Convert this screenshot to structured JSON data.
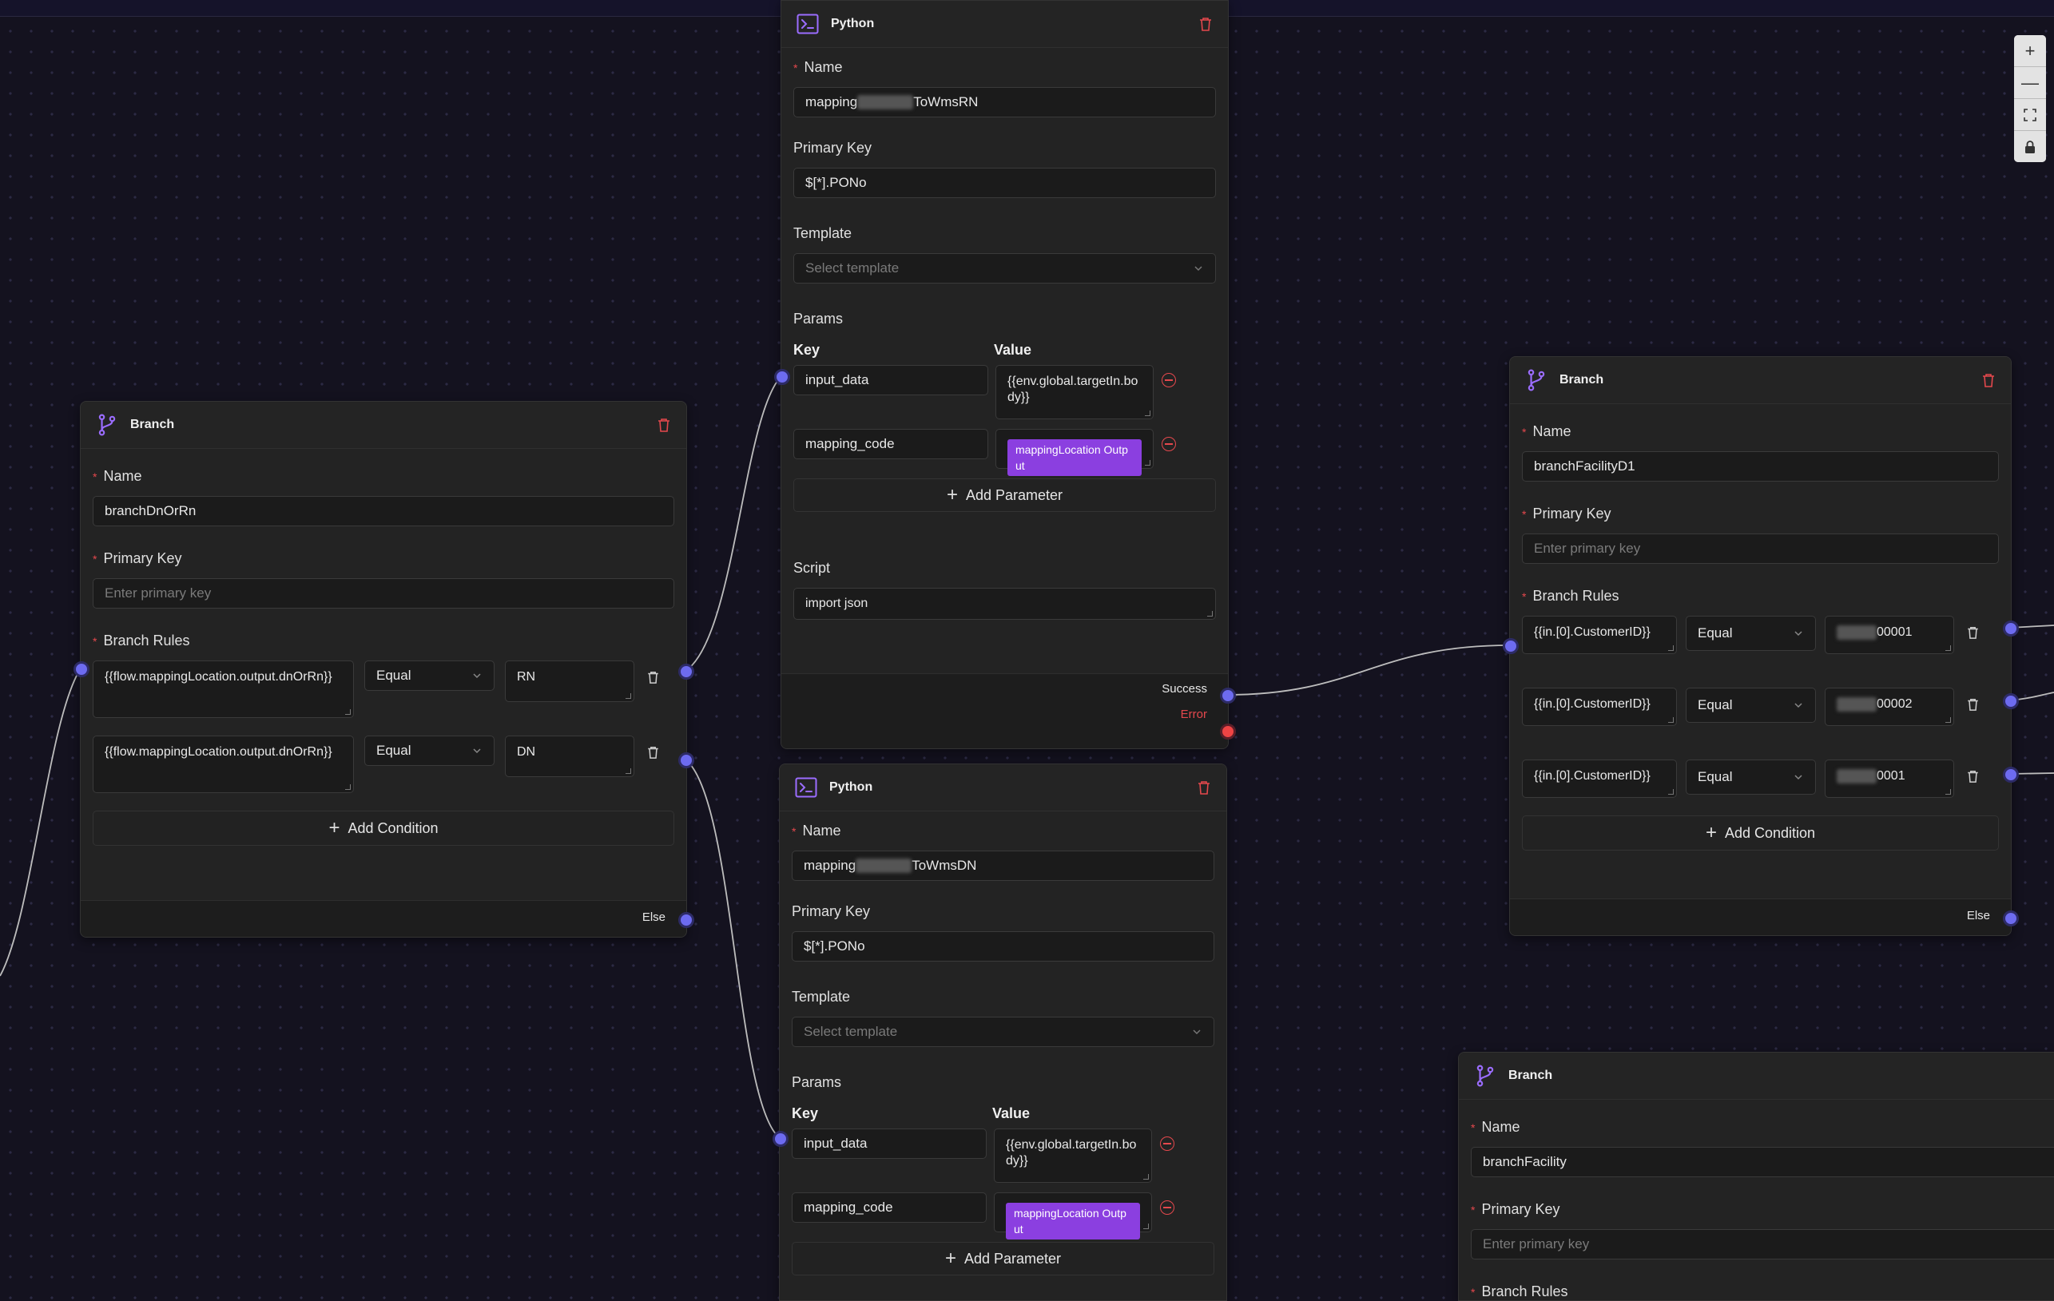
{
  "canvas": {
    "zoom_controls": [
      "zoom-in",
      "zoom-out",
      "fit-view",
      "lock"
    ]
  },
  "branch1": {
    "title": "Branch",
    "name_label": "Name",
    "name_value": "branchDnOrRn",
    "pk_label": "Primary Key",
    "pk_placeholder": "Enter primary key",
    "rules_label": "Branch Rules",
    "rules": [
      {
        "field": "{{flow.mappingLocation.output.dnOrRn}}",
        "operator": "Equal",
        "value": "RN"
      },
      {
        "field": "{{flow.mappingLocation.output.dnOrRn}}",
        "operator": "Equal",
        "value": "DN"
      }
    ],
    "add_condition": "Add Condition",
    "else_label": "Else"
  },
  "python1": {
    "title": "Python",
    "name_label": "Name",
    "name_prefix": "mapping",
    "name_suffix": "ToWmsRN",
    "pk_label": "Primary Key",
    "pk_value": "$[*].PONo",
    "template_label": "Template",
    "template_placeholder": "Select template",
    "params_label": "Params",
    "key_header": "Key",
    "value_header": "Value",
    "params": [
      {
        "key": "input_data",
        "value": "{{env.global.targetIn.body}}"
      },
      {
        "key": "mapping_code",
        "value": "mappingLocation Output"
      }
    ],
    "add_parameter": "Add Parameter",
    "script_label": "Script",
    "script_value": "import json",
    "success_label": "Success",
    "error_label": "Error"
  },
  "python2": {
    "title": "Python",
    "name_label": "Name",
    "name_prefix": "mapping",
    "name_suffix": "ToWmsDN",
    "pk_label": "Primary Key",
    "pk_value": "$[*].PONo",
    "template_label": "Template",
    "template_placeholder": "Select template",
    "params_label": "Params",
    "key_header": "Key",
    "value_header": "Value",
    "params": [
      {
        "key": "input_data",
        "value": "{{env.global.targetIn.body}}"
      },
      {
        "key": "mapping_code",
        "value": "mappingLocation Output"
      }
    ],
    "add_parameter": "Add Parameter"
  },
  "branch2": {
    "title": "Branch",
    "name_label": "Name",
    "name_value": "branchFacilityD1",
    "pk_label": "Primary Key",
    "pk_placeholder": "Enter primary key",
    "rules_label": "Branch Rules",
    "rules": [
      {
        "field": "{{in.[0].CustomerID}}",
        "operator": "Equal",
        "value_suffix": "00001"
      },
      {
        "field": "{{in.[0].CustomerID}}",
        "operator": "Equal",
        "value_suffix": "00002"
      },
      {
        "field": "{{in.[0].CustomerID}}",
        "operator": "Equal",
        "value_suffix": "0001"
      }
    ],
    "add_condition": "Add Condition",
    "else_label": "Else"
  },
  "branch3": {
    "title": "Branch",
    "name_label": "Name",
    "name_value": "branchFacility",
    "pk_label": "Primary Key",
    "pk_placeholder": "Enter primary key",
    "rules_label": "Branch Rules"
  },
  "colors": {
    "accent": "#6d6bf0",
    "tag": "#8b3fe0",
    "danger": "#e5484d",
    "canvas": "#14121f",
    "node": "#232323"
  }
}
